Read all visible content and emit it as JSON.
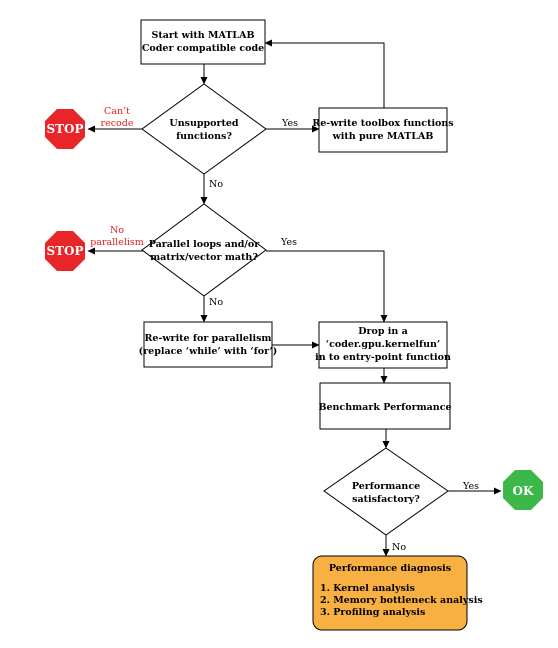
{
  "nodes": {
    "start": [
      "Start with MATLAB",
      "Coder compatible code"
    ],
    "unsupported": [
      "Unsupported",
      "functions?"
    ],
    "rewrite_toolbox": [
      "Re-write toolbox functions",
      "with pure MATLAB"
    ],
    "parallel": [
      "Parallel loops and/or",
      "matrix/vector math?"
    ],
    "rewrite_parallel": [
      "Re-write for parallelism",
      "(replace ‘while’ with ‘for’)"
    ],
    "kernelfun": [
      "Drop in a",
      "‘coder.gpu.kernelfun’",
      "in to entry-point function"
    ],
    "benchmark": [
      "Benchmark Performance"
    ],
    "performance": [
      "Performance",
      "satisfactory?"
    ],
    "diagnosis_title": "Performance diagnosis",
    "diagnosis_items": [
      "1. Kernel analysis",
      "2. Memory bottleneck analysis",
      "3. Profiling analysis"
    ]
  },
  "signs": {
    "stop1": "STOP",
    "stop2": "STOP",
    "ok": "OK"
  },
  "labels": {
    "cant_recode": [
      "Can’t",
      "recode"
    ],
    "no_parallelism": [
      "No",
      "parallelism"
    ],
    "yes1": "Yes",
    "no1": "No",
    "yes2": "Yes",
    "no2": "No",
    "yes3": "Yes",
    "no3": "No"
  },
  "colors": {
    "stop": "#e8262a",
    "ok": "#3cb84a",
    "diagnosis_fill": "#f8b042",
    "red_text": "#e02020"
  }
}
